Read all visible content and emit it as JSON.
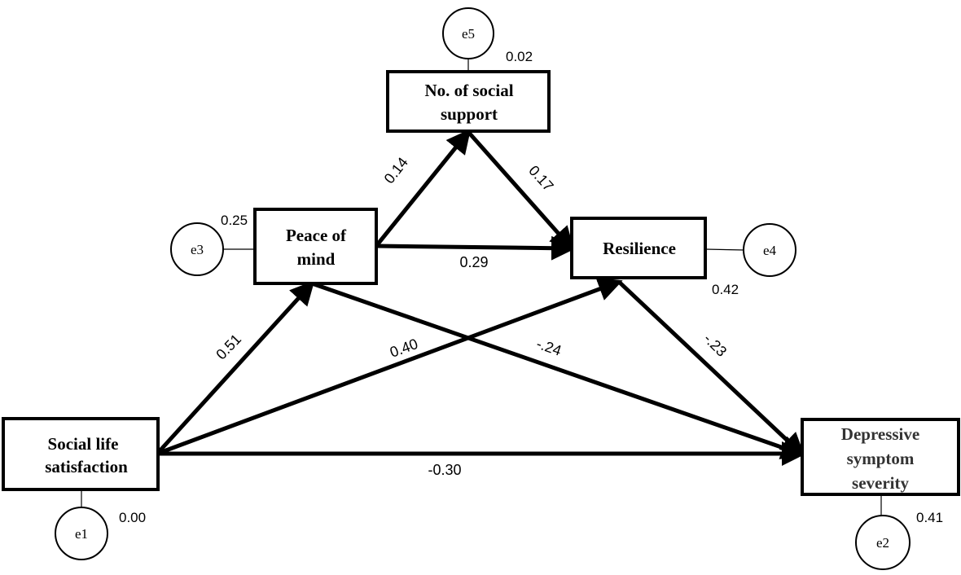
{
  "nodes": {
    "social_life": {
      "lines": [
        "Social life",
        "satisfaction"
      ]
    },
    "peace": {
      "lines": [
        "Peace of",
        "mind"
      ]
    },
    "support": {
      "lines": [
        "No. of social",
        "support"
      ]
    },
    "resilience": {
      "lines": [
        "Resilience"
      ]
    },
    "depressive": {
      "lines": [
        "Depressive",
        "symptom",
        "severity"
      ]
    }
  },
  "errors": {
    "e1": {
      "label": "e1",
      "r2": "0.00"
    },
    "e2": {
      "label": "e2",
      "r2": "0.41"
    },
    "e3": {
      "label": "e3",
      "r2": "0.25"
    },
    "e4": {
      "label": "e4",
      "r2": "0.42"
    },
    "e5": {
      "label": "e5",
      "r2": "0.02"
    }
  },
  "paths": {
    "social_to_peace": "0.51",
    "social_to_resilience": "0.40",
    "social_to_depressive": "-0.30",
    "peace_to_support": "0.14",
    "peace_to_resilience": "0.29",
    "peace_to_depressive": "-.24",
    "support_to_resilience": "0.17",
    "resilience_to_depressive": "-.23"
  }
}
